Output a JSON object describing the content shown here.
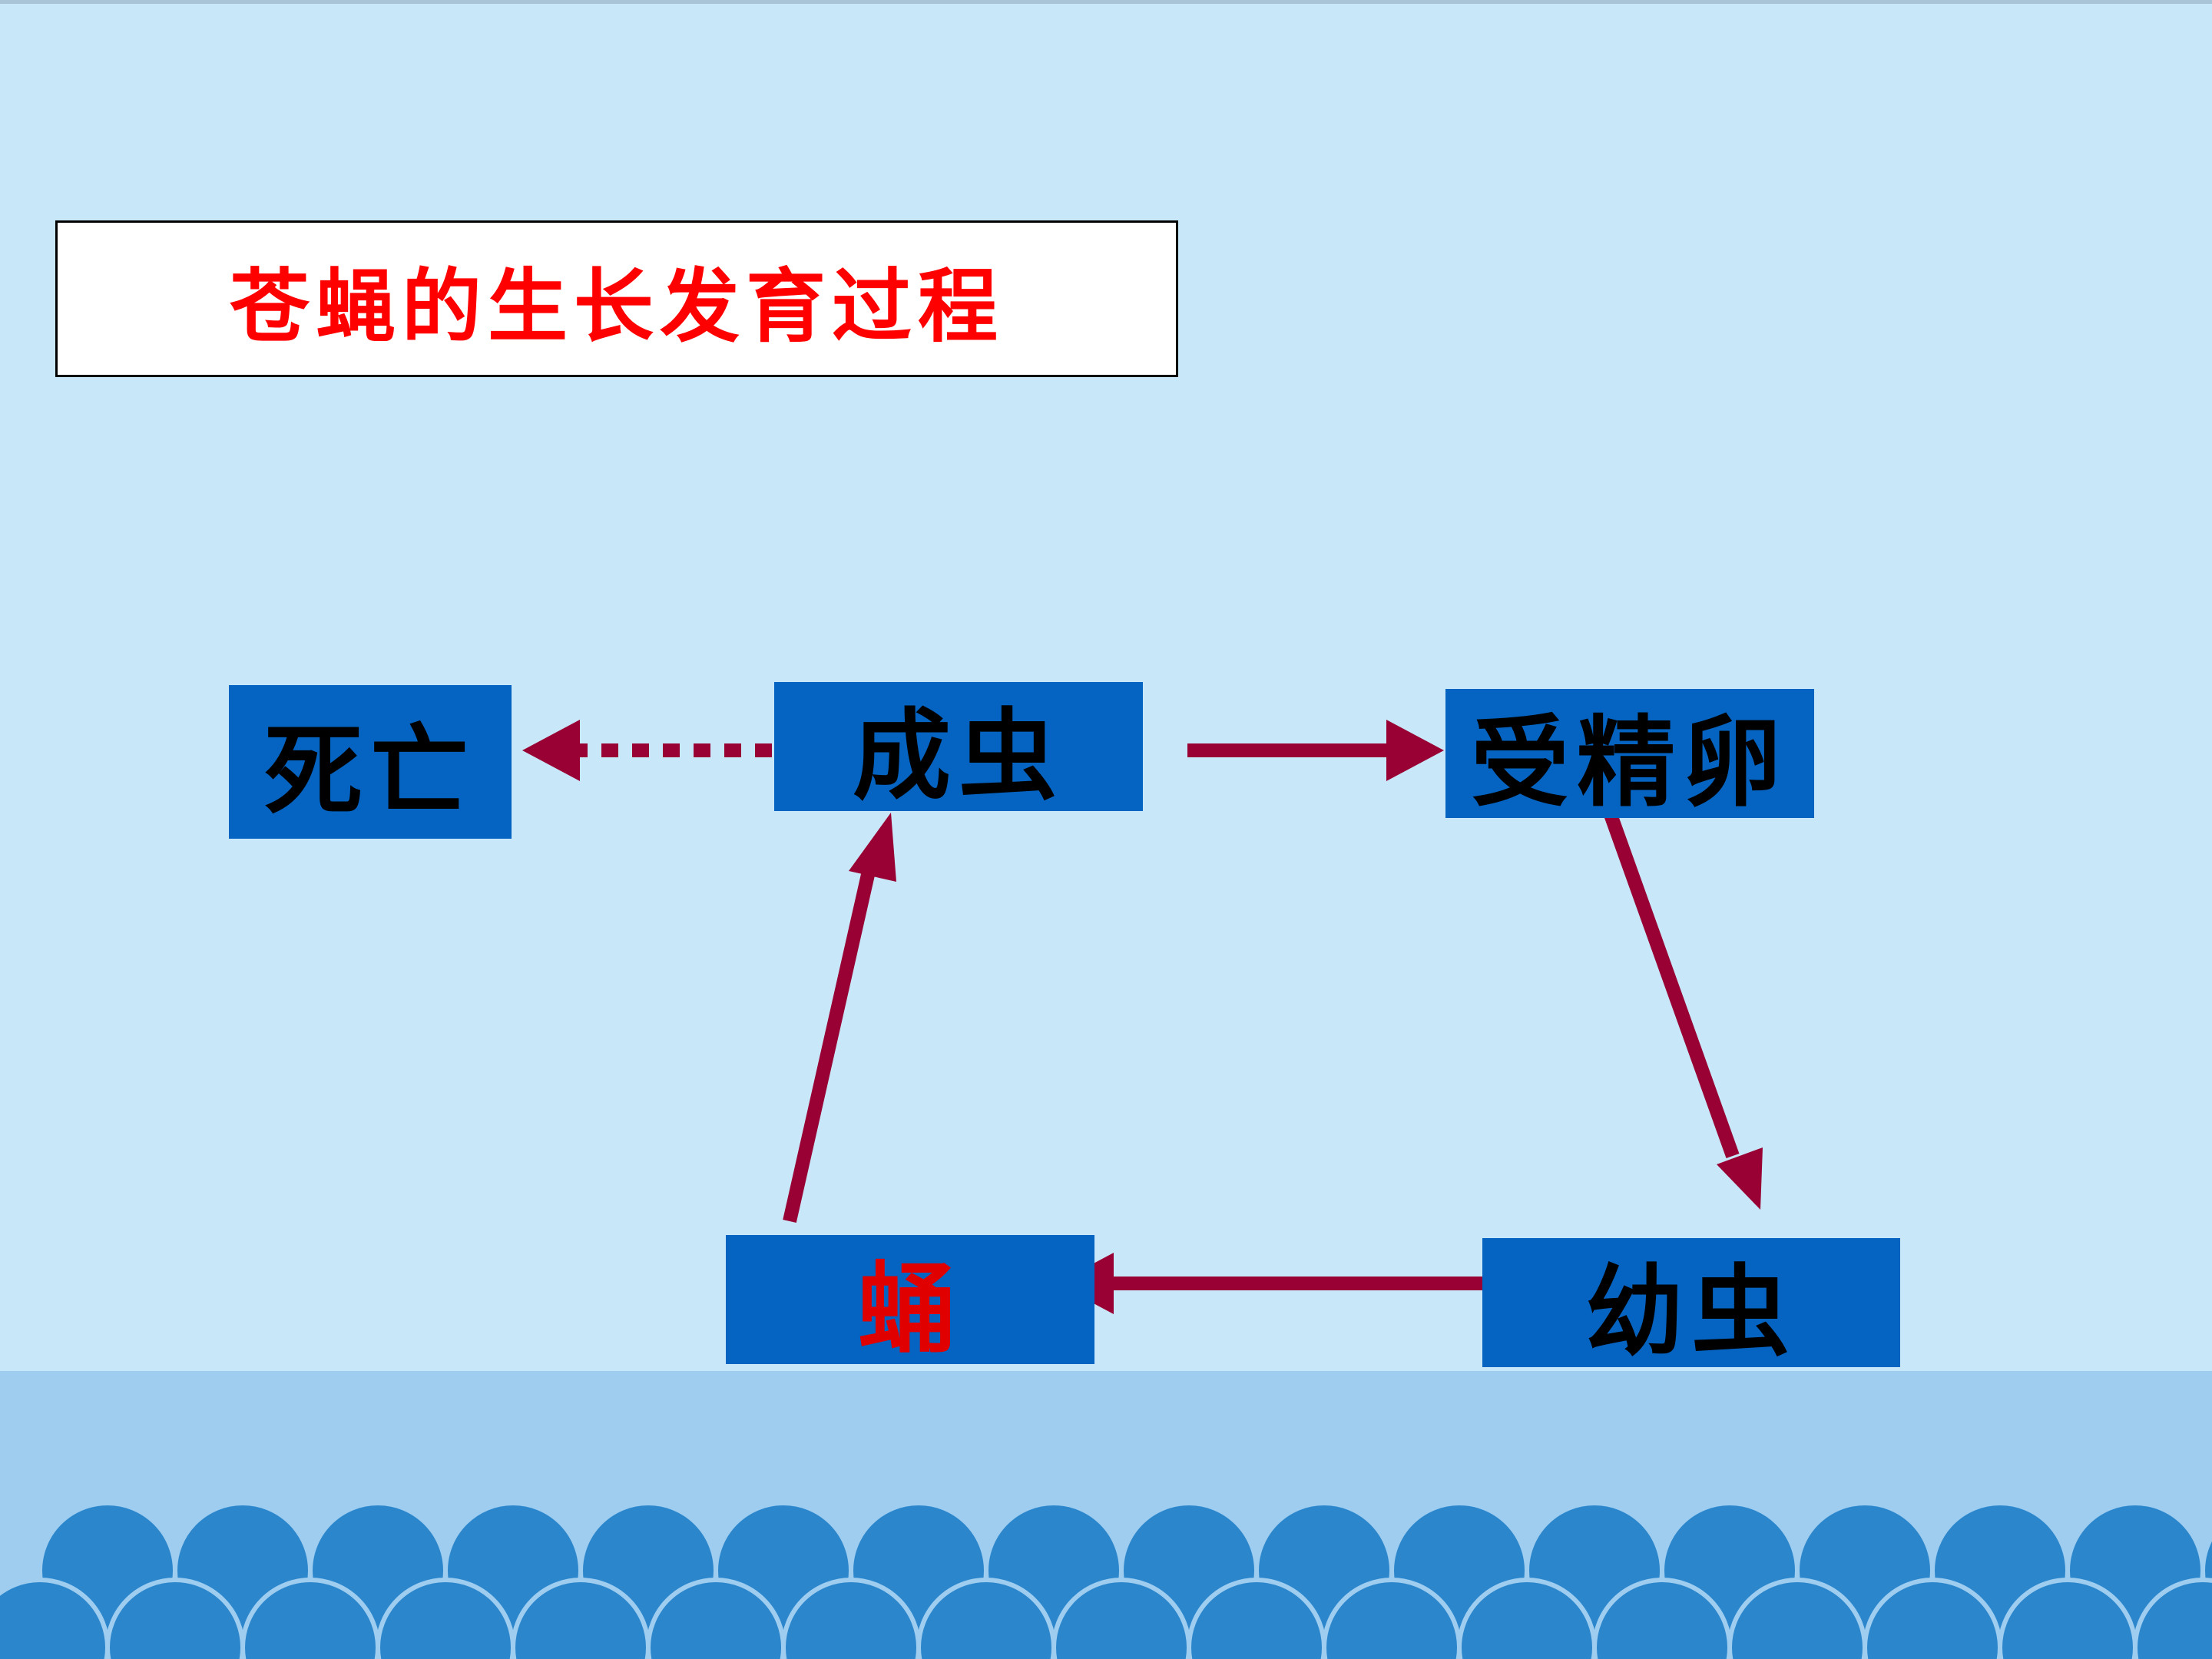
{
  "slide": {
    "title": "苍蝇的生长发育过程"
  },
  "diagram": {
    "nodes": {
      "death": "死亡",
      "adult": "成虫",
      "fertilized_egg": "受精卵",
      "larva": "幼虫",
      "pupa": "蛹"
    },
    "edges": [
      {
        "from": "adult",
        "to": "death",
        "style": "dotted"
      },
      {
        "from": "adult",
        "to": "fertilized_egg",
        "style": "solid"
      },
      {
        "from": "fertilized_egg",
        "to": "larva",
        "style": "solid"
      },
      {
        "from": "larva",
        "to": "pupa",
        "style": "solid"
      },
      {
        "from": "pupa",
        "to": "adult",
        "style": "solid"
      }
    ],
    "highlighted_node": "pupa"
  },
  "colors": {
    "background": "#c8e7f8",
    "node_fill": "#0563c1",
    "arrow": "#990033",
    "title_text": "#ff0000",
    "highlight_text": "#e00000",
    "wave_dark": "#2b86cc",
    "wave_light": "#9ecdf0"
  }
}
